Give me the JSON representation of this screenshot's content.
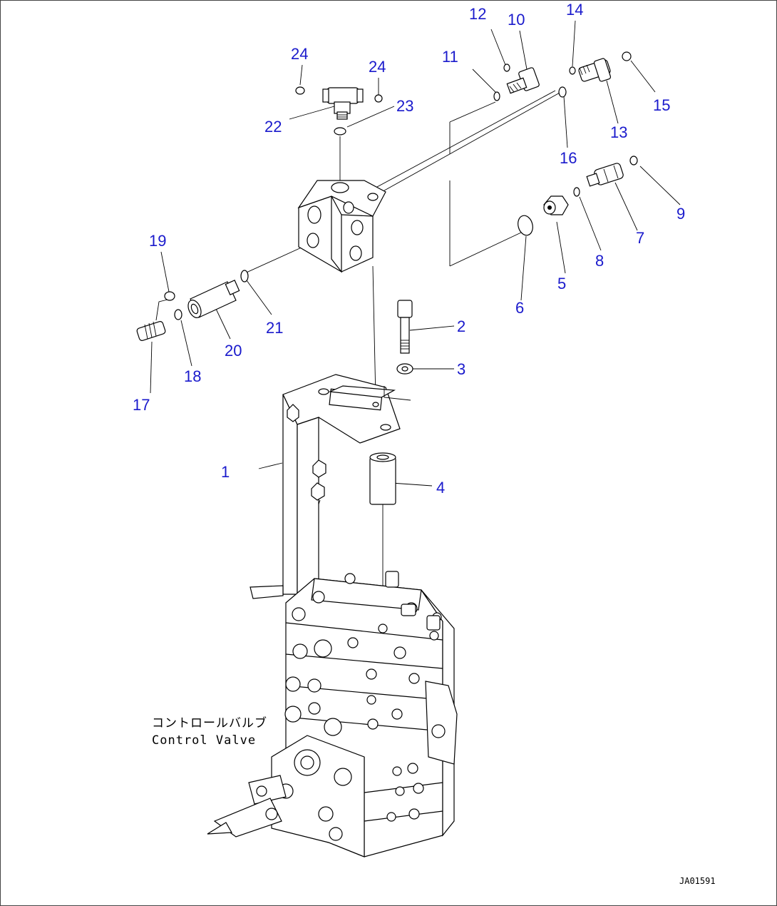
{
  "callouts": [
    {
      "id": "1",
      "text": "1"
    },
    {
      "id": "2",
      "text": "2"
    },
    {
      "id": "3",
      "text": "3"
    },
    {
      "id": "4",
      "text": "4"
    },
    {
      "id": "5",
      "text": "5"
    },
    {
      "id": "6",
      "text": "6"
    },
    {
      "id": "7",
      "text": "7"
    },
    {
      "id": "8",
      "text": "8"
    },
    {
      "id": "9",
      "text": "9"
    },
    {
      "id": "10",
      "text": "10"
    },
    {
      "id": "11",
      "text": "11"
    },
    {
      "id": "12",
      "text": "12"
    },
    {
      "id": "13",
      "text": "13"
    },
    {
      "id": "14",
      "text": "14"
    },
    {
      "id": "15",
      "text": "15"
    },
    {
      "id": "16",
      "text": "16"
    },
    {
      "id": "17",
      "text": "17"
    },
    {
      "id": "18",
      "text": "18"
    },
    {
      "id": "19",
      "text": "19"
    },
    {
      "id": "20",
      "text": "20"
    },
    {
      "id": "21",
      "text": "21"
    },
    {
      "id": "22",
      "text": "22"
    },
    {
      "id": "23",
      "text": "23"
    },
    {
      "id": "24a",
      "text": "24"
    },
    {
      "id": "24b",
      "text": "24"
    }
  ],
  "caption": {
    "japanese": "コントロールバルブ",
    "english": "Control Valve"
  },
  "reference_code": "JA01591",
  "colors": {
    "callout": "#1a1acc",
    "linework": "#000000",
    "background": "#ffffff"
  }
}
